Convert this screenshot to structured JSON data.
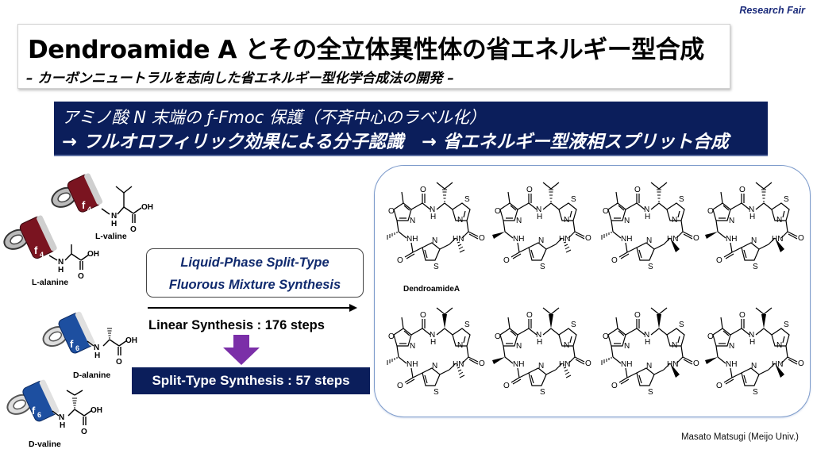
{
  "header": {
    "event_label": "Research Fair",
    "title": "Dendroamide A とその全立体異性体の省エネルギー型合成",
    "subtitle": "– カーボンニュートラルを志向した省エネルギー型化学合成法の開発 –"
  },
  "banner": {
    "line1": "アミノ酸 N 末端の ƒ-Fmoc 保護（不斉中心のラベル化）",
    "line2": "→ フルオロフィリック効果による分子認識　→ 省エネルギー型液相スプリット合成",
    "background_color": "#0b1e5b"
  },
  "amino_acids": [
    {
      "label": "L-valine",
      "tag": "f4",
      "tag_color": "#7a1420",
      "config": "L"
    },
    {
      "label": "L-alanine",
      "tag": "f4",
      "tag_color": "#7a1420",
      "config": "L"
    },
    {
      "label": "D-alanine",
      "tag": "f6",
      "tag_color": "#1d4fa0",
      "config": "D"
    },
    {
      "label": "D-valine",
      "tag": "f6",
      "tag_color": "#1d4fa0",
      "config": "D"
    }
  ],
  "method": {
    "line1": "Liquid-Phase Split-Type",
    "line2": "Fluorous Mixture Synthesis",
    "linear_synthesis": "Linear Synthesis : 176 steps",
    "split_synthesis": "Split-Type Synthesis : 57 steps",
    "arrow_color": "#7b2fa8"
  },
  "isomers": {
    "count": 8,
    "highlight_label": "DendroamideA",
    "atom_labels": {
      "O": "O",
      "N": "N",
      "S": "S",
      "NH": "NH",
      "HN": "HN",
      "H": "H",
      "OH": "OH"
    }
  },
  "footer": {
    "author": "Masato Matsugi  (Meijo Univ.)"
  }
}
